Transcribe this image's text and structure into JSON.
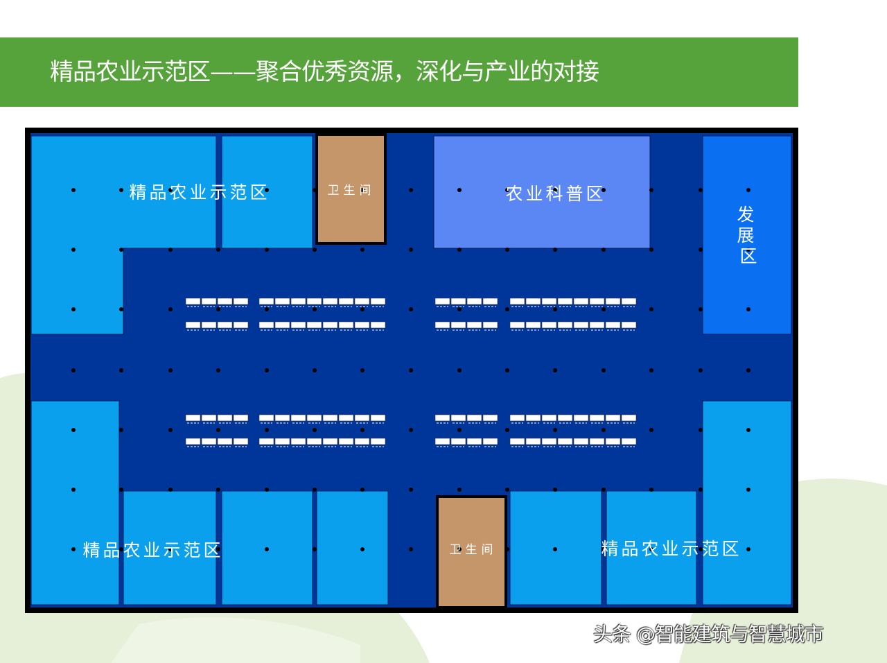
{
  "slide": {
    "title": "精品农业示范区——聚合优秀资源，深化与产业的对接"
  },
  "floor_plan": {
    "labels": {
      "demo_top": "精品农业示范区",
      "toilet_top": "卫生间",
      "science": "农业科普区",
      "development": "发展区",
      "demo_bottom_left": "精品农业示范区",
      "toilet_bottom": "卫生间",
      "demo_bottom_right": "精品农业示范区"
    },
    "colors": {
      "corridor": "#00359a",
      "zone": "#0ba0ee",
      "science": "#5b87f5",
      "development": "#0b6ff2",
      "toilet": "#c4966a",
      "outline": "#000000"
    }
  },
  "watermark": "头条 @智能建筑与智慧城市",
  "colors": {
    "title_bar": "#56a33b"
  }
}
